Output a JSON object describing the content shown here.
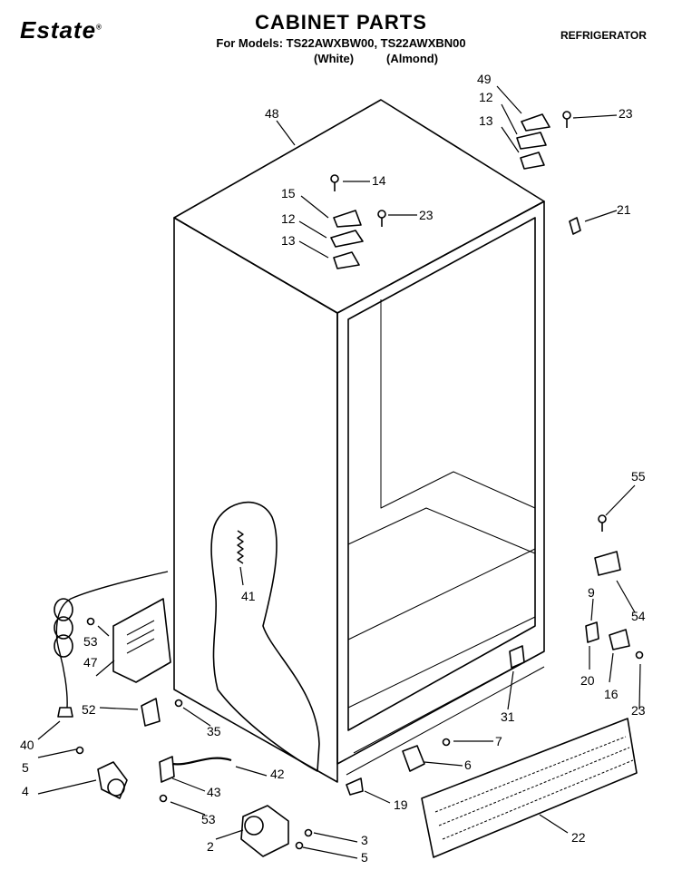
{
  "header": {
    "brand": "Estate",
    "brand_mark": "®",
    "title": "CABINET PARTS",
    "models": "For Models: TS22AWXBW00, TS22AWXBN00",
    "finish_white": "(White)",
    "finish_almond": "(Almond)",
    "category": "REFRIGERATOR"
  },
  "callouts": [
    "48",
    "49",
    "12",
    "13",
    "23",
    "14",
    "15",
    "12",
    "23",
    "13",
    "21",
    "41",
    "55",
    "54",
    "9",
    "53",
    "47",
    "52",
    "35",
    "20",
    "16",
    "23",
    "31",
    "40",
    "5",
    "4",
    "7",
    "6",
    "43",
    "42",
    "53",
    "19",
    "22",
    "2",
    "3",
    "5"
  ]
}
